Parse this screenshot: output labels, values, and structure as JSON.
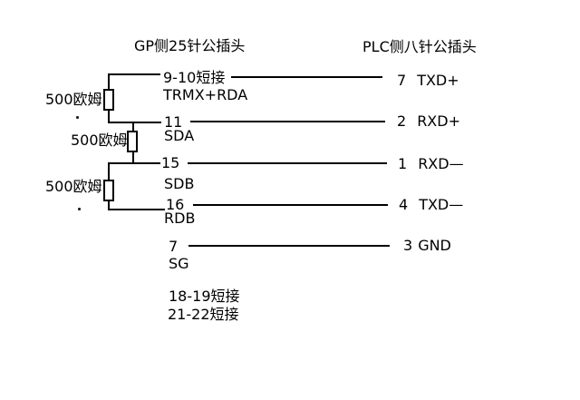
{
  "titles": {
    "gp": "GP侧25针公插头",
    "plc": "PLC侧八针公插头"
  },
  "resistors": [
    {
      "label": "500欧姆"
    },
    {
      "label": "500欧姆"
    },
    {
      "label": "500欧姆"
    }
  ],
  "rows": [
    {
      "gp_pin": "9-10短接",
      "gp_signal": "TRMX+RDA",
      "plc_pin": "7",
      "plc_signal": "TXD+"
    },
    {
      "gp_pin": "11",
      "gp_signal": "SDA",
      "plc_pin": "2",
      "plc_signal": "RXD+"
    },
    {
      "gp_pin": "15",
      "gp_signal": "SDB",
      "plc_pin": "1",
      "plc_signal": "RXD—"
    },
    {
      "gp_pin": "16",
      "gp_signal": "RDB",
      "plc_pin": "4",
      "plc_signal": "TXD—"
    },
    {
      "gp_pin": "7",
      "gp_signal": "SG",
      "plc_pin": "3",
      "plc_signal": "GND"
    }
  ],
  "notes": [
    "18-19短接",
    "21-22短接"
  ],
  "colors": {
    "line": "#000000",
    "text": "#000000",
    "background": "#ffffff"
  }
}
